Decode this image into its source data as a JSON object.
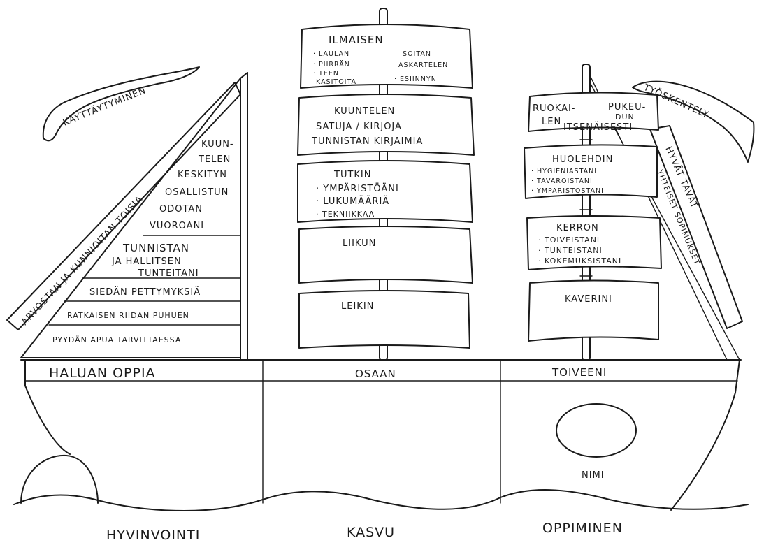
{
  "birds": {
    "left": "KÄYTTÄYTYMINEN",
    "right": "TYÖSKENTELY"
  },
  "left_sail": {
    "diagonal": "ARVOSTAN JA KUNNIOITAN TOISIA",
    "rows": [
      [
        "KUUN-",
        "TELEN"
      ],
      [
        "KESKITYN"
      ],
      [
        "OSALLISTUN"
      ],
      [
        "ODOTAN",
        "VUOROANI"
      ],
      [
        "TUNNISTAN",
        "JA HALLITSEN",
        "TUNTEITANI"
      ],
      [
        "SIEDÄN PETTYMYKSIÄ"
      ],
      [
        "RATKAISEN RIIDAN PUHUEN"
      ],
      [
        "PYYDÄN APUA TARVITTAESSA"
      ]
    ]
  },
  "middle_mast": {
    "sails": [
      {
        "title": "ILMAISEN",
        "left_items": [
          "· LAULAN",
          "· PIIRRÄN",
          "· TEEN",
          "KÄSITÖITÄ"
        ],
        "right_items": [
          "· SOITAN",
          "· ASKARTELEN",
          "· ESIINNYN"
        ]
      },
      {
        "lines": [
          "KUUNTELEN",
          "SATUJA / KIRJOJA",
          "TUNNISTAN KIRJAIMIA"
        ]
      },
      {
        "lines": [
          "TUTKIN",
          "· YMPÄRISTÖÄNI",
          "· LUKUMÄÄRIÄ",
          "· TEKNIIKKAA"
        ]
      },
      {
        "lines": [
          "LIIKUN"
        ]
      },
      {
        "lines": [
          "LEIKIN"
        ]
      }
    ]
  },
  "right_mast": {
    "sails": [
      {
        "lines": [
          "RUOKAI-",
          "LEN",
          "PUKEU-",
          "DUN",
          "ITSENÄISESTI"
        ]
      },
      {
        "lines": [
          "HUOLEHDIN",
          "· HYGIENIASTANI",
          "· TAVAROISTANI",
          "· YMPÄRISTÖSTÄNI"
        ]
      },
      {
        "lines": [
          "KERRON",
          "· TOIVEISTANI",
          "· TUNTEISTANI",
          "· KOKEMUKSISTANI"
        ]
      },
      {
        "lines": [
          "KAVERINI"
        ]
      }
    ]
  },
  "right_rope": {
    "line1": "HYVÄT TAVAT",
    "line2": "YHTEISET SOPIMUKSET"
  },
  "deck": {
    "left": "HALUAN OPPIA",
    "middle": "OSAAN",
    "right": "TOIVEENI"
  },
  "porthole_label": "NIMI",
  "bottom_labels": [
    "HYVINVOINTI",
    "KASVU",
    "OPPIMINEN"
  ]
}
